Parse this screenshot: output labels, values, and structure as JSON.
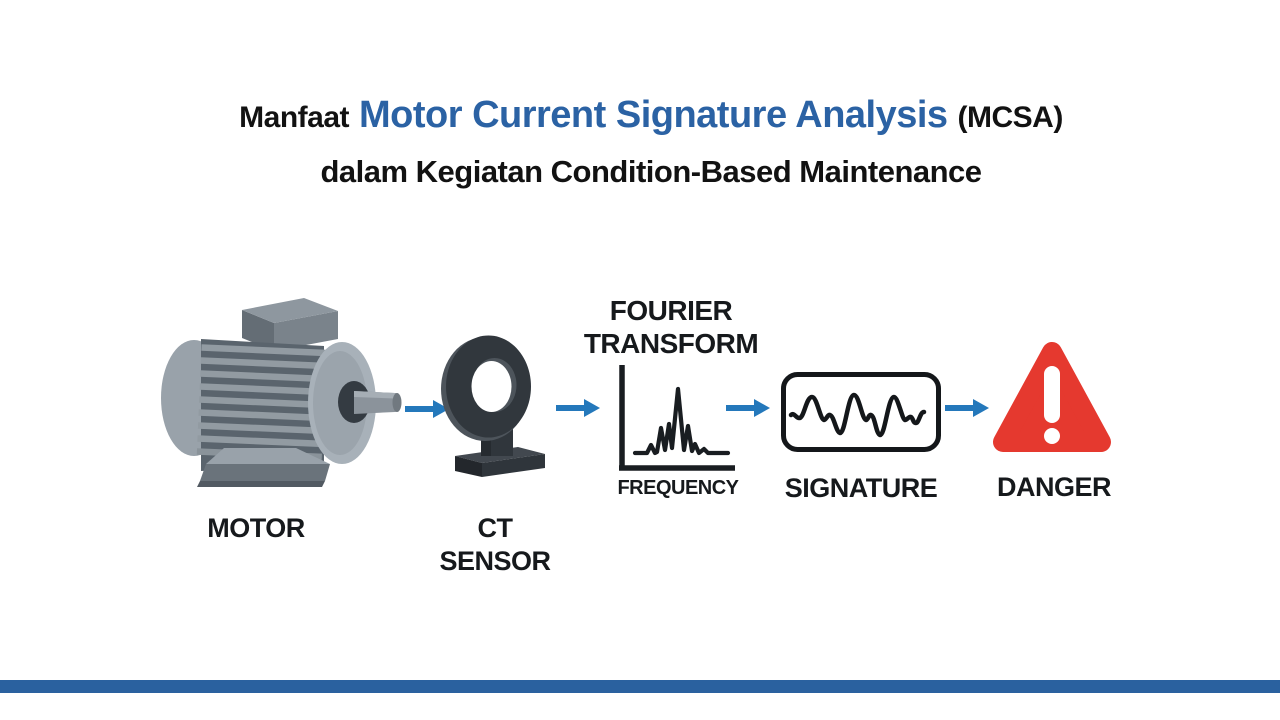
{
  "title": {
    "prefix": "Manfaat",
    "highlight": "Motor Current Signature Analysis",
    "suffix": "(MCSA)",
    "line2": "dalam Kegiatan Condition-Based Maintenance",
    "highlight_color": "#2b62a4",
    "text_color": "#121212"
  },
  "diagram": {
    "steps": [
      {
        "name": "motor",
        "icon": "electric-motor-icon",
        "label": "MOTOR"
      },
      {
        "name": "ct-sensor",
        "icon": "current-transformer-icon",
        "label_line1": "CT",
        "label_line2": "SENSOR"
      },
      {
        "name": "fourier-transform",
        "icon": "frequency-spectrum-chart-icon",
        "title_line1": "FOURIER",
        "title_line2": "TRANSFORM",
        "axis_label": "FREQUENCY"
      },
      {
        "name": "signature",
        "icon": "waveform-signature-icon",
        "label": "SIGNATURE"
      },
      {
        "name": "danger",
        "icon": "warning-triangle-icon",
        "label": "DANGER"
      }
    ],
    "arrow_color": "#2478bb",
    "label_color": "#16191c",
    "ink_color": "#191d21",
    "danger_red": "#e5392f",
    "motor_body_gray": "#5a646d",
    "motor_light_gray": "#99a2aa",
    "sensor_charcoal": "#31373d"
  },
  "footer": {
    "bar_color": "#2a619f"
  }
}
